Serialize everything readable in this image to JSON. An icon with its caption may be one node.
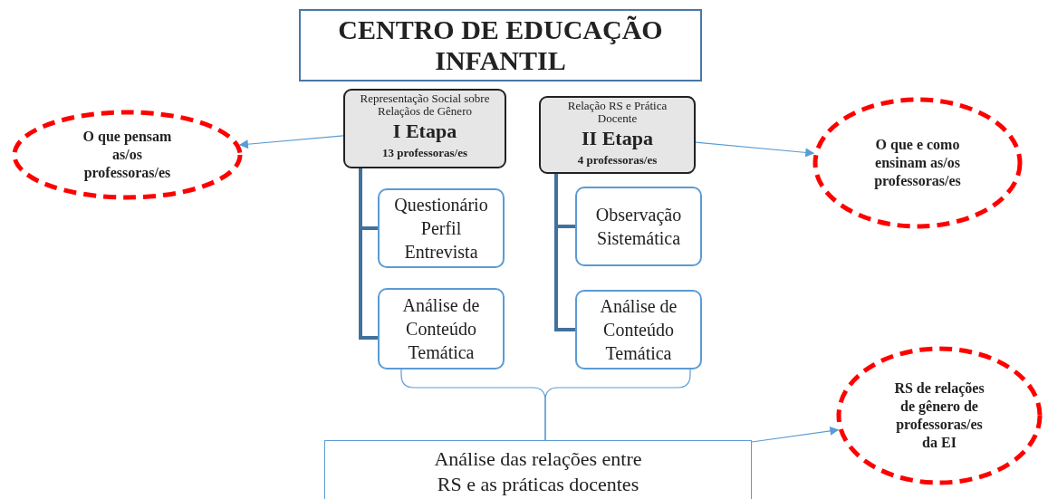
{
  "diagram": {
    "nodes": [
      {
        "text": [
          "CENTRO DE EDUCAÇÃO INFANTIL"
        ]
      },
      {
        "text": [
          "Representação Social sobre Relaçãos de Gênero",
          "I Etapa",
          "13 professoras/es"
        ]
      },
      {
        "text": [
          "Relação RS e Prática Docente",
          "II Etapa",
          "4 professoras/es"
        ]
      },
      {
        "text": [
          "Questionário Perfil Entrevista"
        ]
      },
      {
        "text": [
          "Análise de Conteúdo Temática"
        ]
      },
      {
        "text": [
          "Observação Sistemática"
        ]
      },
      {
        "text": [
          "Análise de Conteúdo Temática"
        ]
      },
      {
        "text": [
          "Análise das relações entre RS e as práticas docentes"
        ]
      },
      {
        "text": [
          "O que pensam as/os professoras/es"
        ]
      },
      {
        "text": [
          "O que e como ensinam as/os professoras/es"
        ]
      },
      {
        "text": [
          "RS de relações de gênero de professoras/es da EI"
        ]
      }
    ],
    "edges": [
      {
        "from": 1,
        "to": 8,
        "arrow": "to"
      },
      {
        "from": 2,
        "to": 9,
        "arrow": "to"
      },
      {
        "from": 1,
        "to": 3,
        "arrow": "none",
        "style": "thick",
        "color": "#41719c"
      },
      {
        "from": 1,
        "to": 4,
        "arrow": "none",
        "style": "thick",
        "color": "#41719c"
      },
      {
        "from": 2,
        "to": 5,
        "arrow": "none",
        "style": "thick",
        "color": "#41719c"
      },
      {
        "from": 2,
        "to": 6,
        "arrow": "none",
        "style": "thick",
        "color": "#41719c"
      },
      {
        "from": 4,
        "to": 7,
        "arrow": "none"
      },
      {
        "from": 6,
        "to": 7,
        "arrow": "none"
      },
      {
        "from": 7,
        "to": 10,
        "arrow": "to"
      }
    ]
  }
}
